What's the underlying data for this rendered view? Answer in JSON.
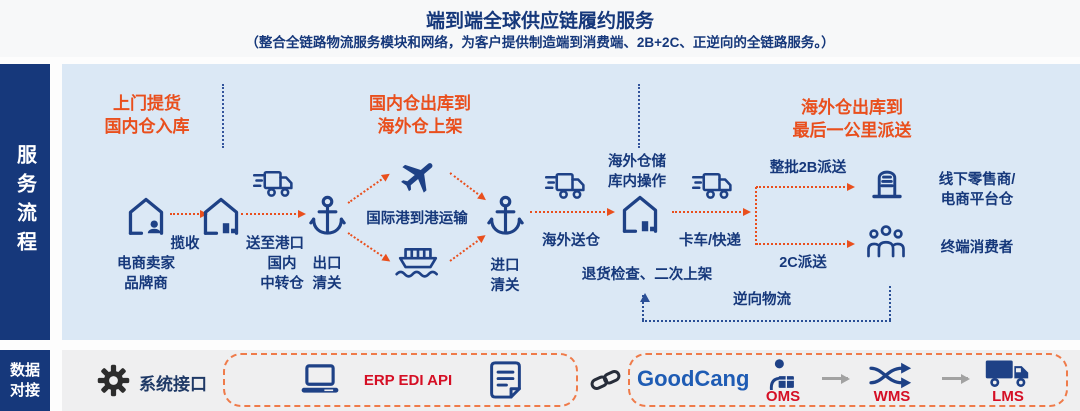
{
  "colors": {
    "navy": "#16387b",
    "icon_navy": "#1e4186",
    "stage_orange": "#e94f1d",
    "label_red": "#d50f25",
    "goodcang_blue": "#1f5cb4",
    "panel_blue": "#dbe8f5",
    "panel_gray": "#efeff0"
  },
  "header": {
    "title": "端到端全球供应链履约服务",
    "subtitle": "（整合全链路物流服务模块和网络，为客户提供制造端到消费端、2B+2C、正逆向的全链路服务。）"
  },
  "sidebar": {
    "service_flow": "服务流程",
    "data_connect": "数据对接"
  },
  "stages": {
    "stage1_title": "上门提货\n国内仓入库",
    "stage2_title": "国内仓出库到\n海外仓上架",
    "stage3_title": "海外仓出库到\n最后一公里派送"
  },
  "flow": {
    "seller": "电商卖家\n品牌商",
    "pickup": "揽收",
    "domestic_warehouse": "国内\n中转仓",
    "send_to_port": "送至港口",
    "export_customs": "出口\n清关",
    "intl_transport": "国际港到港运输",
    "import_customs": "进口\n清关",
    "overseas_inbound": "海外送仓",
    "overseas_warehouse": "海外仓储\n库内操作",
    "truck_express": "卡车/快递",
    "b2b_delivery": "整批2B派送",
    "b2c_delivery": "2C派送",
    "offline_retail": "线下零售商/\n电商平台仓",
    "end_consumer": "终端消费者",
    "return_check": "退货检查、二次上架",
    "reverse_logistics": "逆向物流"
  },
  "integration": {
    "system_interface": "系统接口",
    "erp_edi_api": "ERP EDI API",
    "goodcang": "GoodCang",
    "oms": "OMS",
    "wms": "WMS",
    "lms": "LMS"
  }
}
